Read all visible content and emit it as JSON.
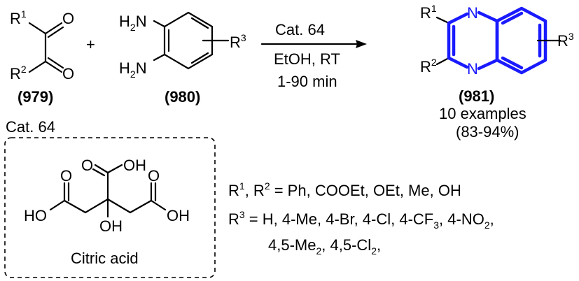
{
  "reactant1": {
    "r_top": "R",
    "r_top_sup": "1",
    "r_bot": "R",
    "r_bot_sup": "2",
    "o_top": "O",
    "o_bot": "O",
    "compound": "(979)"
  },
  "plus": "+",
  "reactant2": {
    "nh2_top_h": "H",
    "nh2_top_sub": "2",
    "nh2_top_n": "N",
    "nh2_bot_h": "H",
    "nh2_bot_sub": "2",
    "nh2_bot_n": "N",
    "r3": "R",
    "r3_sup": "3",
    "compound": "(980)"
  },
  "conditions": {
    "catalyst": "Cat. 64",
    "solvent": "EtOH, RT",
    "time": "1-90 min"
  },
  "product": {
    "r_top": "R",
    "r_top_sup": "1",
    "r_bot": "R",
    "r_bot_sup": "2",
    "n_top": "N",
    "n_bot": "N",
    "r3": "R",
    "r3_sup": "3",
    "compound": "(981)",
    "examples": "10 examples",
    "yield": "(83-94%)"
  },
  "catalyst_box": {
    "title": "Cat. 64",
    "o_top": "O",
    "oh_top": "OH",
    "o_left": "O",
    "ho_left": "HO",
    "o_right": "O",
    "oh_right": "OH",
    "oh_center": "OH",
    "name": "Citric acid"
  },
  "substituents": {
    "line1_r1": "R",
    "line1_r1_sup": "1",
    "line1_comma": ", R",
    "line1_r2_sup": "2",
    "line1_rest": " = Ph, COOEt, OEt, Me, OH",
    "line2_r3": "R",
    "line2_r3_sup": "3",
    "line2_a": " = H, 4-Me, 4-Br, 4-Cl, 4-CF",
    "line2_cf3_sub": "3",
    "line2_b": ", 4-NO",
    "line2_no2_sub": "2",
    "line2_c": ",",
    "line3_a": "4,5-Me",
    "line3_me2_sub": "2",
    "line3_b": ", 4,5-Cl",
    "line3_cl2_sub": "2",
    "line3_c": ","
  },
  "colors": {
    "highlight": "#1a1aff",
    "ink": "#000000"
  }
}
